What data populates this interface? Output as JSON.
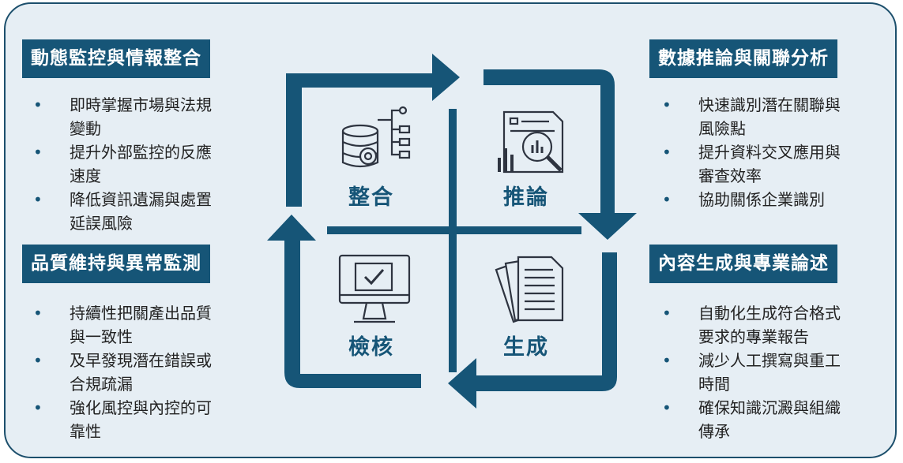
{
  "quadrants": {
    "integrate": {
      "label": "整合",
      "icon": "database-flow-icon"
    },
    "infer": {
      "label": "推論",
      "icon": "report-analysis-icon"
    },
    "review": {
      "label": "檢核",
      "icon": "monitor-check-icon"
    },
    "generate": {
      "label": "生成",
      "icon": "documents-icon"
    }
  },
  "panels": {
    "top_left": {
      "title": "動態監控與情報整合",
      "items": [
        "即時掌握市場與法規\n變動",
        "提升外部監控的反應\n速度",
        "降低資訊遺漏與處置\n延誤風險"
      ]
    },
    "bottom_left": {
      "title": "品質維持與異常監測",
      "items": [
        "持續性把關產出品質\n與一致性",
        "及早發現潛在錯誤或\n合規疏漏",
        "強化風控與內控的可\n靠性"
      ]
    },
    "top_right": {
      "title": "數據推論與關聯分析",
      "items": [
        "快速識別潛在關聯與\n風險點",
        "提升資料交叉應用與\n審查效率",
        "協助關係企業識別"
      ]
    },
    "bottom_right": {
      "title": "內容生成與專業論述",
      "items": [
        "自動化生成符合格式\n要求的專業報告",
        "減少人工撰寫與重工\n時間",
        "確保知識沉澱與組織\n傳承"
      ]
    }
  },
  "colors": {
    "primary": "#165577",
    "background": "#e6eef4",
    "text": "#222222"
  }
}
